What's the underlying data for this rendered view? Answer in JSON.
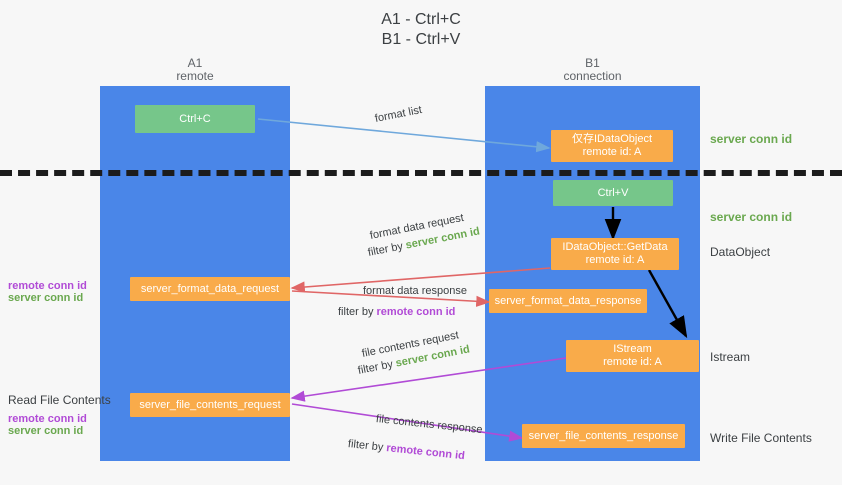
{
  "title": {
    "line1": "A1 - Ctrl+C",
    "line2": "B1 - Ctrl+V"
  },
  "colors": {
    "lane": "#4a86e8",
    "node_orange": "#f9ab4a",
    "node_green": "#76c68a",
    "server_conn_id": "#6aa84f",
    "remote_conn_id": "#b14bd6",
    "arrow_blue": "#6fa8dc",
    "arrow_red": "#e06666",
    "arrow_purple": "#b14bd6",
    "arrow_black": "#000000",
    "divider": "#1c1c1c",
    "background": "#f7f7f7"
  },
  "lanes": [
    {
      "id": "a1",
      "title": "A1",
      "subtitle": "remote"
    },
    {
      "id": "b1",
      "title": "B1",
      "subtitle": "connection"
    }
  ],
  "nodes": {
    "ctrl_c": {
      "line1": "Ctrl+C",
      "line2": "",
      "color": "green"
    },
    "idataobject": {
      "line1": "仅存IDataObject",
      "line2": "remote id: A",
      "color": "orange"
    },
    "ctrl_v": {
      "line1": "Ctrl+V",
      "line2": "",
      "color": "green"
    },
    "getdata": {
      "line1": "IDataObject::GetData",
      "line2": "remote id: A",
      "color": "orange"
    },
    "format_data_request": {
      "line1": "server_format_data_request",
      "line2": "",
      "color": "orange"
    },
    "format_data_response": {
      "line1": "server_format_data_response",
      "line2": "",
      "color": "orange"
    },
    "istream": {
      "line1": "IStream",
      "line2": "remote id: A",
      "color": "orange"
    },
    "file_contents_request": {
      "line1": "server_file_contents_request",
      "line2": "",
      "color": "orange"
    },
    "file_contents_response": {
      "line1": "server_file_contents_response",
      "line2": "",
      "color": "orange"
    }
  },
  "edge_labels": {
    "format_list": "format list",
    "format_data_request": "format data request",
    "format_data_response": "format data response",
    "file_contents_request": "file contents request",
    "file_contents_response": "file contents response",
    "filter_by": "filter by",
    "server_conn_id": "server conn id",
    "remote_conn_id": "remote conn id"
  },
  "side_labels": {
    "right_server_conn_id_top": "server conn id",
    "right_server_conn_id_mid": "server conn id",
    "right_dataobject": "DataObject",
    "right_istream": "Istream",
    "right_write_file_contents": "Write File Contents",
    "left_read_file_contents": "Read File Contents",
    "left_remote_conn_id_mid": "remote conn id",
    "left_server_conn_id_mid": "server conn id",
    "left_remote_conn_id_bot": "remote conn id",
    "left_server_conn_id_bot": "server conn id"
  }
}
